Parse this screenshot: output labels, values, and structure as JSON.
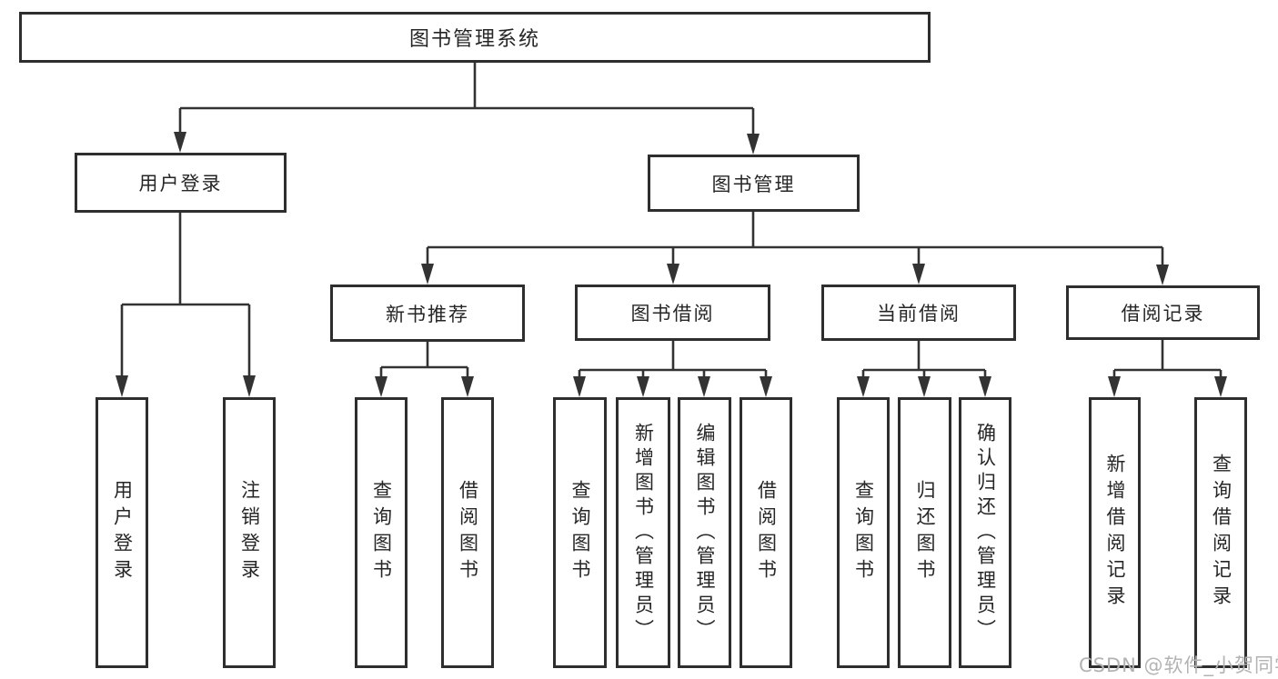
{
  "tree": {
    "root_label": "图书管理系统",
    "branches": [
      {
        "label": "用户登录",
        "leaves": [
          "用户登录",
          "注销登录"
        ]
      },
      {
        "label": "图书管理",
        "groups": [
          {
            "label": "新书推荐",
            "leaves": [
              "查询图书",
              "借阅图书"
            ]
          },
          {
            "label": "图书借阅",
            "leaves": [
              "查询图书",
              "新增图书（管理员）",
              "编辑图书（管理员）",
              "借阅图书"
            ]
          },
          {
            "label": "当前借阅",
            "leaves": [
              "查询图书",
              "归还图书",
              "确认归还（管理员）"
            ]
          },
          {
            "label": "借阅记录",
            "leaves": [
              "新增借阅记录",
              "查询借阅记录"
            ]
          }
        ]
      }
    ]
  },
  "watermark": {
    "text": "CSDN @软件_小贺同学"
  },
  "colors": {
    "line": "#333333",
    "box_border": "#2e2e2e",
    "text": "#262626",
    "background": "#ffffff",
    "watermark": "#b3b3b3"
  }
}
